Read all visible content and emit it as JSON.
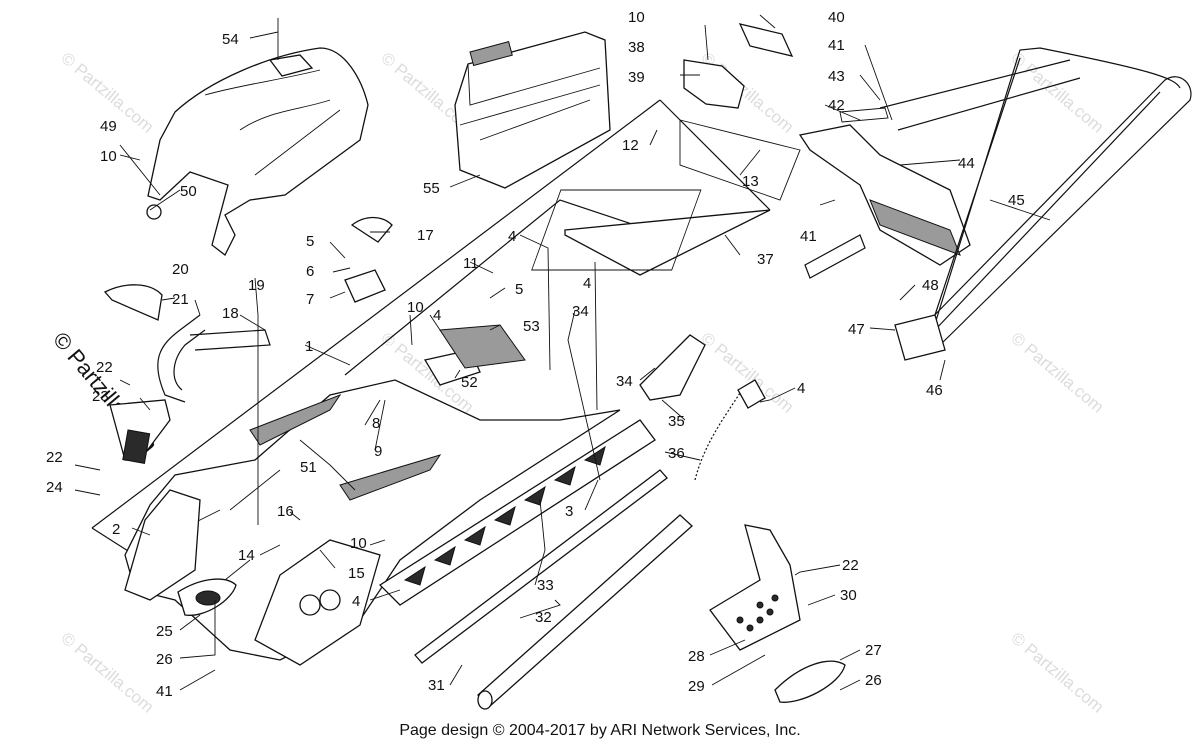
{
  "callouts": [
    "54",
    "10",
    "49",
    "50",
    "55",
    "10",
    "38",
    "39",
    "40",
    "41",
    "43",
    "42",
    "12",
    "13",
    "44",
    "45",
    "41",
    "37",
    "17",
    "5",
    "6",
    "7",
    "4",
    "11",
    "5",
    "4",
    "34",
    "53",
    "10",
    "4",
    "52",
    "1",
    "20",
    "21",
    "19",
    "18",
    "22",
    "23",
    "22",
    "24",
    "2",
    "8",
    "9",
    "51",
    "16",
    "14",
    "10",
    "15",
    "4",
    "3",
    "33",
    "32",
    "31",
    "35",
    "34",
    "4",
    "36",
    "48",
    "47",
    "46",
    "22",
    "30",
    "28",
    "29",
    "27",
    "26",
    "25",
    "26",
    "41"
  ],
  "watermark": {
    "text": "© Partzilla.com",
    "side_text": "© Partzilla.com"
  },
  "footer": {
    "text": "Page design © 2004-2017 by ARI Network Services, Inc."
  },
  "colors": {
    "line": "#111111",
    "watermark": "#dcdcdc",
    "background": "#ffffff"
  }
}
